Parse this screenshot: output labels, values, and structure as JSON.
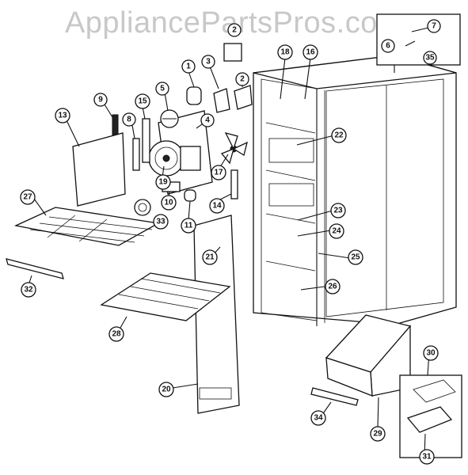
{
  "watermark": "AppliancePartsPros.com",
  "callouts": [
    {
      "label": "1"
    },
    {
      "label": "2"
    },
    {
      "label": "2"
    },
    {
      "label": "3"
    },
    {
      "label": "4"
    },
    {
      "label": "5"
    },
    {
      "label": "6"
    },
    {
      "label": "7"
    },
    {
      "label": "8"
    },
    {
      "label": "9"
    },
    {
      "label": "10"
    },
    {
      "label": "11"
    },
    {
      "label": "13"
    },
    {
      "label": "14"
    },
    {
      "label": "15"
    },
    {
      "label": "16"
    },
    {
      "label": "17"
    },
    {
      "label": "18"
    },
    {
      "label": "19"
    },
    {
      "label": "20"
    },
    {
      "label": "21"
    },
    {
      "label": "22"
    },
    {
      "label": "23"
    },
    {
      "label": "24"
    },
    {
      "label": "25"
    },
    {
      "label": "26"
    },
    {
      "label": "27"
    },
    {
      "label": "28"
    },
    {
      "label": "29"
    },
    {
      "label": "30"
    },
    {
      "label": "31"
    },
    {
      "label": "32"
    },
    {
      "label": "33"
    },
    {
      "label": "34"
    },
    {
      "label": "35"
    }
  ]
}
